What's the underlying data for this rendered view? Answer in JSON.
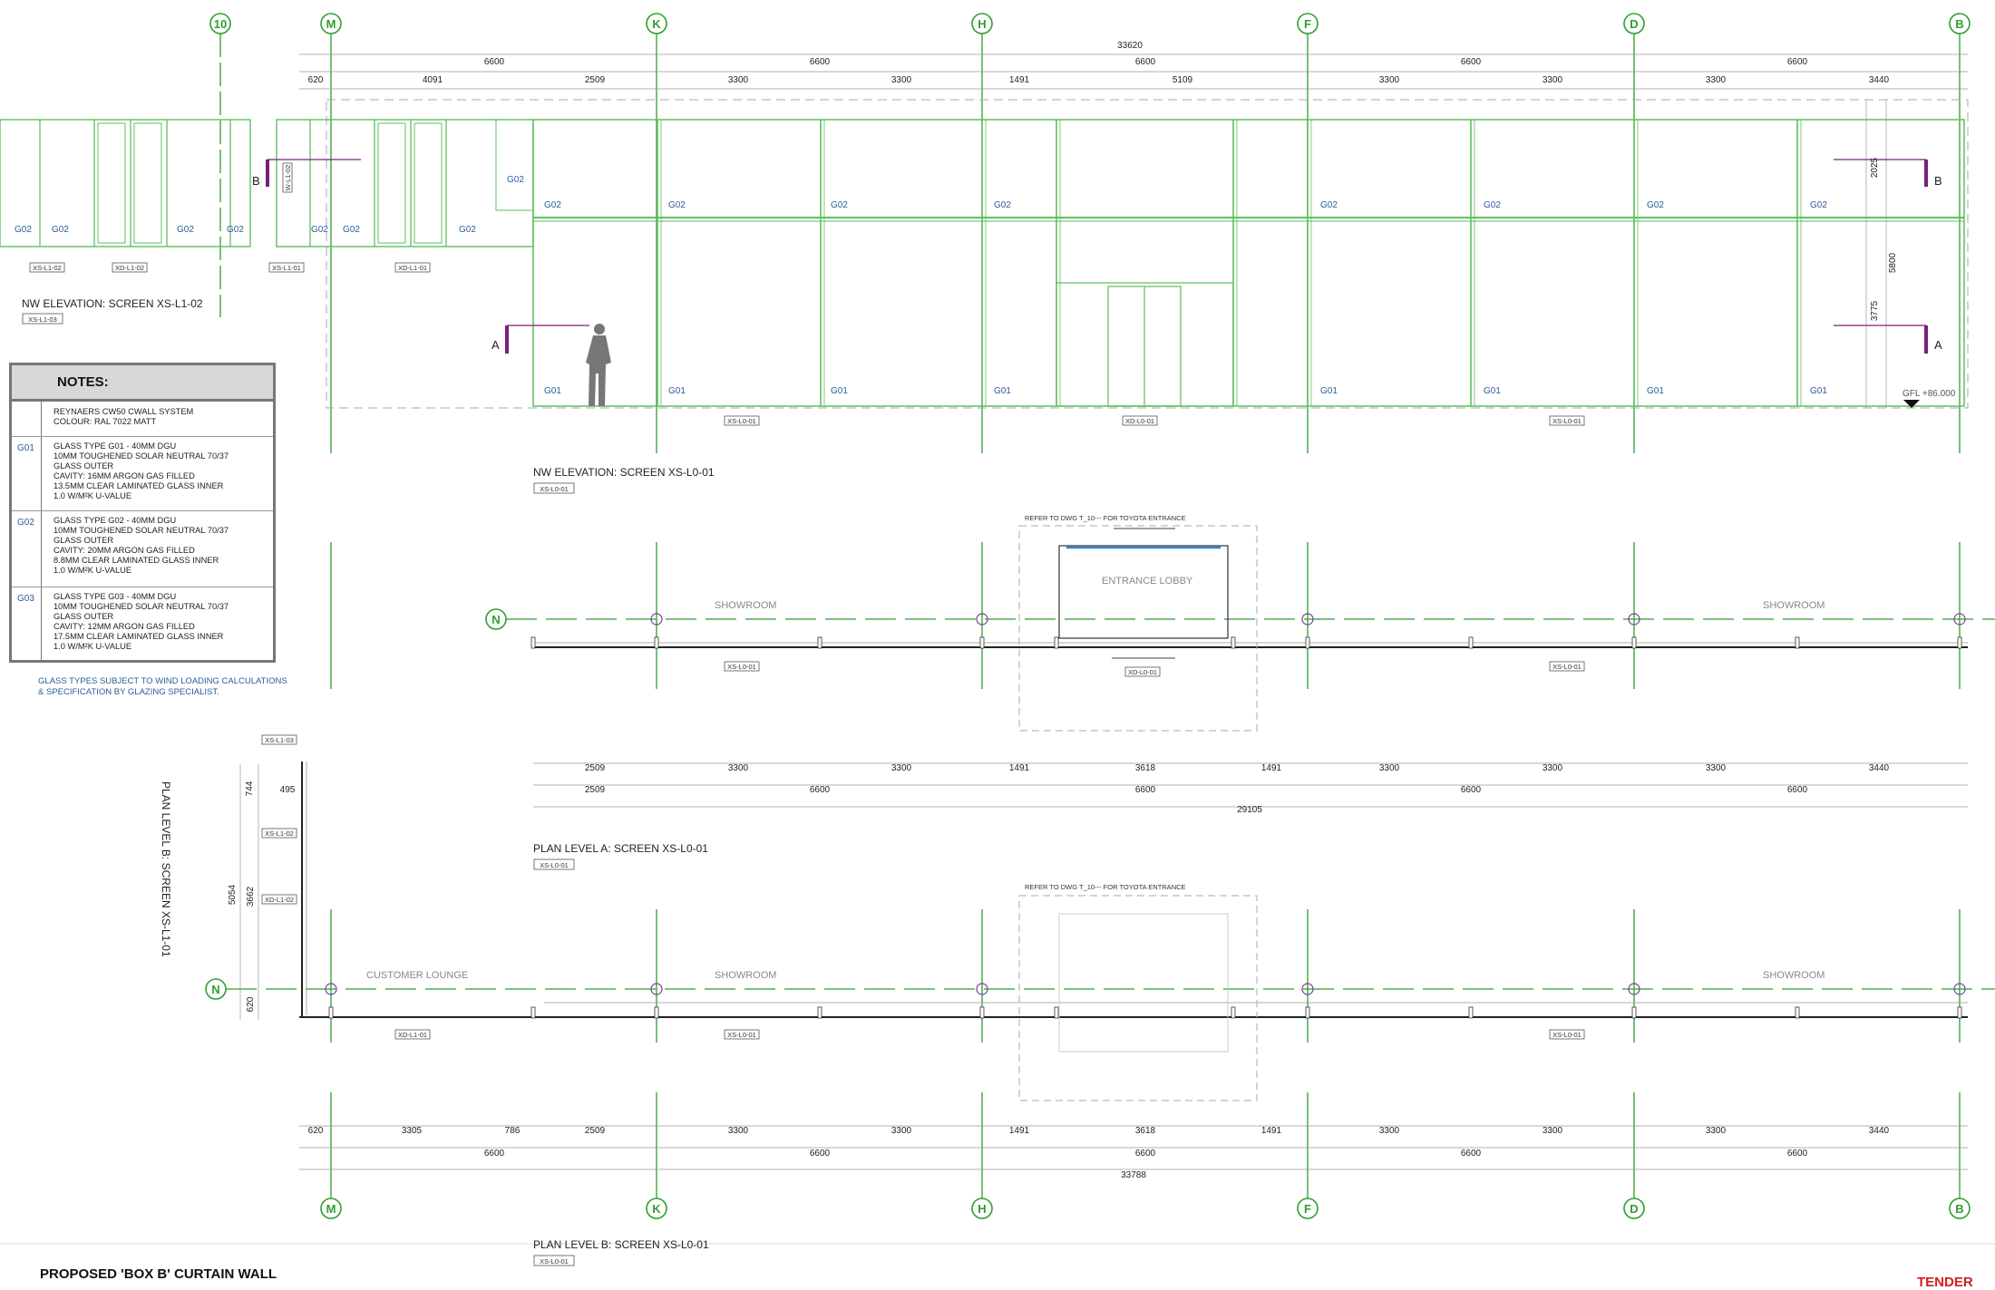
{
  "grid_labels": [
    "10",
    "M",
    "K",
    "H",
    "F",
    "D",
    "B"
  ],
  "n_marker": "N",
  "top_dims": {
    "overall": "33620",
    "bays": [
      "6600",
      "6600",
      "6600",
      "6600",
      "6600"
    ],
    "segments": [
      "620",
      "4091",
      "2509",
      "3300",
      "3300",
      "1491",
      "5109",
      "3300",
      "3300",
      "3300",
      "3440"
    ]
  },
  "elevation_nw_l1": {
    "title": "NW ELEVATION: SCREEN XS-L1-02",
    "tag": "XS-L1-03",
    "glass_labels": [
      "G02",
      "G02",
      "G02",
      "G02",
      "G02",
      "G02",
      "G02",
      "G02"
    ],
    "refs": [
      "XS-L1-02",
      "XD-L1-02",
      "XS-L1-01",
      "XD-L1-01",
      "W-L1-02"
    ]
  },
  "elevation_nw_l0": {
    "title": "NW ELEVATION: SCREEN XS-L0-01",
    "tag": "XS-L0-01",
    "upper_labels": [
      "G02",
      "G02",
      "G02",
      "G02",
      "G02",
      "G02",
      "G02",
      "G02",
      "G02"
    ],
    "lower_labels": [
      "G01",
      "G01",
      "G01",
      "G01",
      "G01",
      "G01",
      "G01",
      "G01"
    ],
    "refs": [
      "XS-L0-01",
      "XD-L0-01",
      "XS-L0-01"
    ],
    "section_marks": [
      "A",
      "B",
      "A",
      "B"
    ],
    "dims_v": [
      "2025",
      "3775",
      "5800"
    ],
    "level": "GFL  +86.000"
  },
  "notes": {
    "heading": "NOTES:",
    "items": [
      {
        "tag": "",
        "lines": [
          "REYNAERS CW50 CWALL SYSTEM",
          "COLOUR: RAL 7022 MATT"
        ]
      },
      {
        "tag": "G01",
        "lines": [
          "GLASS TYPE G01 - 40MM DGU",
          "10MM TOUGHENED SOLAR NEUTRAL 70/37",
          "GLASS OUTER",
          "CAVITY: 16MM ARGON GAS FILLED",
          "13.5MM CLEAR LAMINATED GLASS INNER",
          "1.0 W/M²K U-VALUE"
        ]
      },
      {
        "tag": "G02",
        "lines": [
          "GLASS TYPE G02 - 40MM DGU",
          "10MM TOUGHENED SOLAR NEUTRAL 70/37",
          "GLASS OUTER",
          "CAVITY: 20MM ARGON GAS FILLED",
          "8.8MM CLEAR LAMINATED GLASS INNER",
          "1.0 W/M²K U-VALUE"
        ]
      },
      {
        "tag": "G03",
        "lines": [
          "GLASS TYPE G03 - 40MM DGU",
          "10MM TOUGHENED SOLAR NEUTRAL 70/37",
          "GLASS OUTER",
          "CAVITY: 12MM ARGON GAS FILLED",
          "17.5MM CLEAR LAMINATED GLASS INNER",
          "1.0 W/M²K U-VALUE"
        ]
      }
    ],
    "glass_note": [
      "GLASS TYPES SUBJECT TO WIND LOADING CALCULATIONS",
      "& SPECIFICATION BY GLAZING SPECIALIST."
    ]
  },
  "plan_a": {
    "title": "PLAN LEVEL A: SCREEN XS-L0-01",
    "tag": "XS-L0-01",
    "refer": "REFER TO DWG T_10--- FOR TOYOTA ENTRANCE",
    "rooms": [
      "SHOWROOM",
      "ENTRANCE LOBBY",
      "SHOWROOM"
    ],
    "refs": [
      "XS-L0-01",
      "XD-L0-01",
      "XS-L0-01"
    ],
    "dims_row1": [
      "2509",
      "3300",
      "3300",
      "1491",
      "3618",
      "1491",
      "3300",
      "3300",
      "3300",
      "3440"
    ],
    "dims_row2": [
      "2509",
      "6600",
      "6600",
      "6600",
      "6600"
    ],
    "overall": "29105"
  },
  "plan_b": {
    "title": "PLAN LEVEL B: SCREEN XS-L0-01",
    "tag": "XS-L0-01",
    "refer": "REFER TO DWG T_10--- FOR TOYOTA ENTRANCE",
    "rooms": [
      "CUSTOMER LOUNGE",
      "SHOWROOM",
      "SHOWROOM"
    ],
    "refs": [
      "XD-L1-01",
      "XS-L0-01",
      "XS-L0-01"
    ],
    "dims_row1": [
      "620",
      "3305",
      "786",
      "2509",
      "3300",
      "3300",
      "1491",
      "3618",
      "1491",
      "3300",
      "3300",
      "3300",
      "3440"
    ],
    "dims_row2": [
      "6600",
      "6600",
      "6600",
      "6600",
      "6600"
    ],
    "overall": "33788"
  },
  "plan_side": {
    "title": "PLAN LEVEL B: SCREEN XS-L1-01",
    "refs": [
      "XS-L1-03",
      "XS-L1-02",
      "XD-L1-02"
    ],
    "dims": [
      "744",
      "495",
      "5054",
      "3662",
      "620"
    ]
  },
  "title_block": "PROPOSED 'BOX B' CURTAIN WALL",
  "stamp": "TENDER",
  "colors": {
    "grid": "#2e9e2e",
    "frame": "#5fbf5f",
    "mark": "#7a1f7a",
    "text": "#222222",
    "blue_label": "#2a5c99",
    "stamp": "#d21f1f"
  }
}
